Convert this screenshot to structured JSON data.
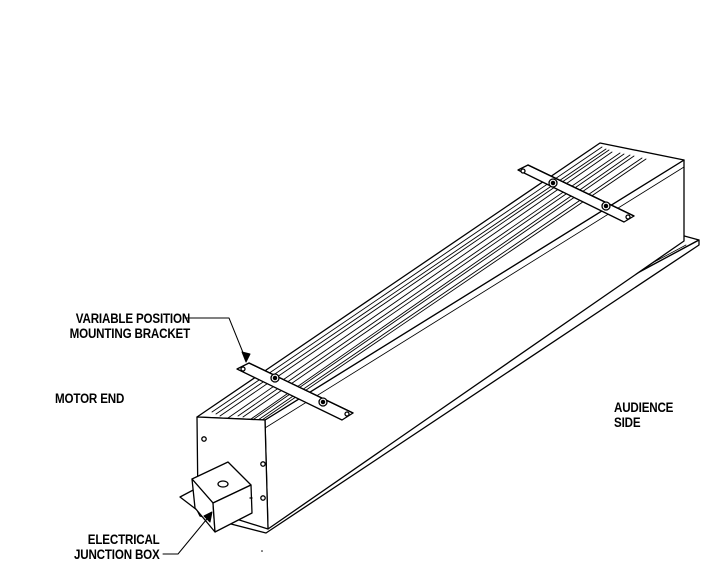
{
  "labels": {
    "bracket": [
      "VARIABLE POSITION",
      "MOUNTING BRACKET"
    ],
    "motor_end": "MOTOR END",
    "audience_side": [
      "AUDIENCE",
      "SIDE"
    ],
    "junction_box": [
      "ELECTRICAL",
      "JUNCTION BOX"
    ]
  }
}
